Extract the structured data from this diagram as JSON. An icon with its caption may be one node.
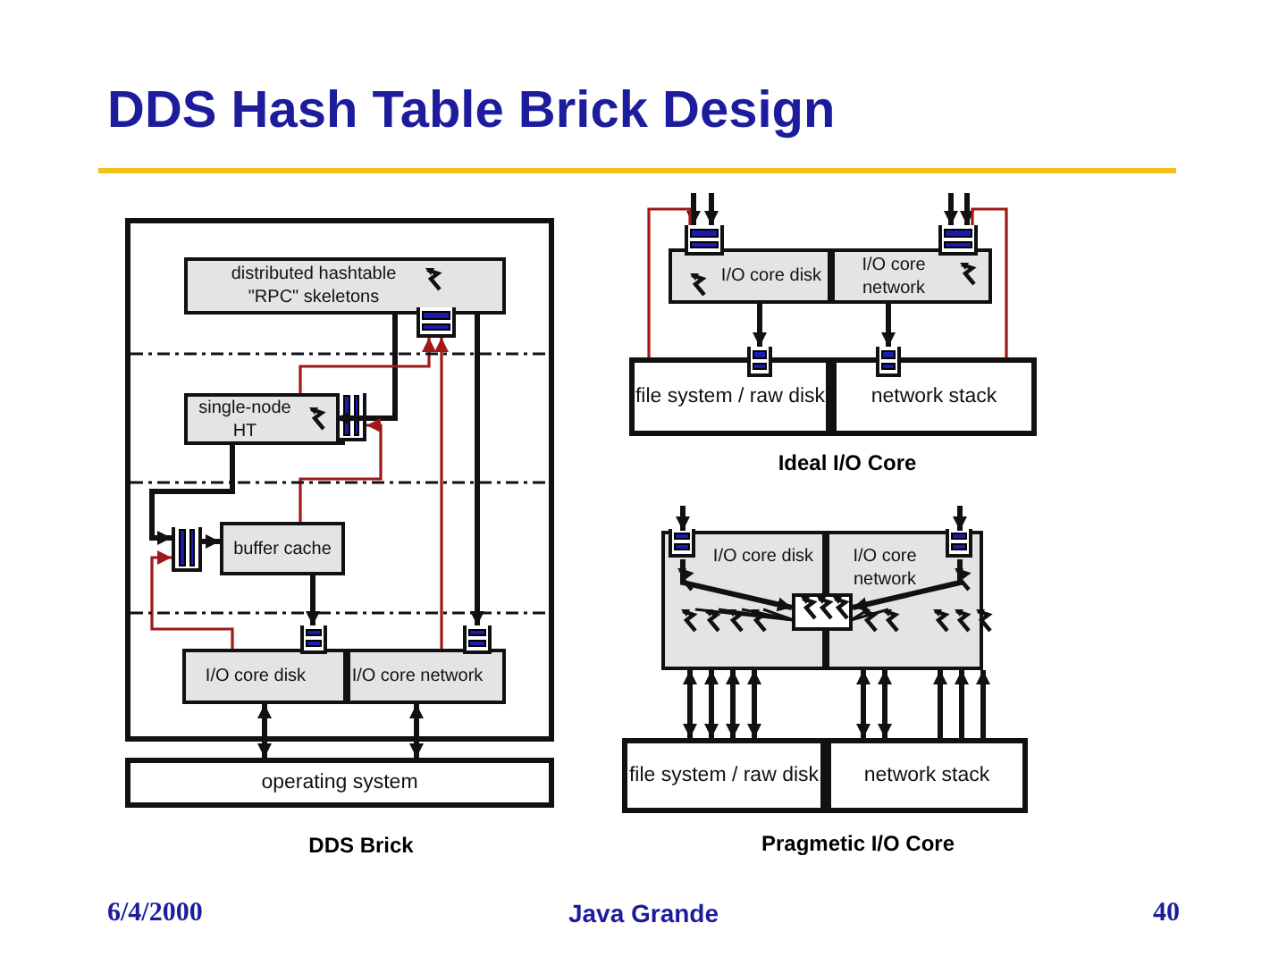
{
  "diagram": {
    "title": "DDS Hash Table Brick Design",
    "nodes": [
      {
        "text": [],
        "shape": "box"
      },
      {
        "text": [
          "distributed hashtable \"RPC\" skeletons"
        ],
        "in": 0
      },
      {
        "text": [],
        "shape": "box",
        "in": 0
      },
      {
        "text": [
          "single-node HT"
        ],
        "in": 0
      },
      {
        "text": [],
        "shape": "box",
        "in": 0
      },
      {
        "text": [
          "buffer cache"
        ],
        "in": 0
      },
      {
        "text": [],
        "shape": "box",
        "in": 0
      },
      {
        "text": [
          "I/O core disk"
        ],
        "in": 0
      },
      {
        "text": [],
        "shape": "box",
        "in": 0
      },
      {
        "text": [
          "I/O core network"
        ],
        "in": 0
      },
      {
        "text": [],
        "shape": "box",
        "in": 0
      },
      {
        "text": [
          "operating system"
        ]
      },
      {
        "text": [
          "I/O core disk"
        ]
      },
      {
        "text": [],
        "shape": "box"
      },
      {
        "text": [
          "I/O core network"
        ]
      },
      {
        "text": [],
        "shape": "box"
      },
      {
        "text": [
          "file system / raw disk"
        ]
      },
      {
        "text": [],
        "shape": "box"
      },
      {
        "text": [
          "network stack"
        ]
      },
      {
        "text": [],
        "shape": "box"
      },
      {
        "text": [
          "I/O core disk"
        ]
      },
      {
        "text": [],
        "shape": "box",
        "in": 20
      },
      {
        "text": [
          "I/O core network"
        ]
      },
      {
        "text": [],
        "shape": "box",
        "in": 22
      },
      {
        "text": [],
        "shape": "box"
      },
      {
        "text": [
          "file system / raw disk"
        ]
      },
      {
        "text": [
          "network stack"
        ]
      }
    ],
    "edges": [
      {
        "from": 1,
        "to": 4,
        "arrow": "to"
      },
      {
        "from": 3,
        "to": 2,
        "arrow": "to",
        "color": "#a01818"
      },
      {
        "from": 9,
        "to": 2,
        "arrow": "to",
        "color": "#a01818"
      },
      {
        "from": 5,
        "to": 4,
        "arrow": "to",
        "color": "#a01818"
      },
      {
        "from": 3,
        "to": 6,
        "arrow": "to"
      },
      {
        "from": 7,
        "to": 6,
        "arrow": "to",
        "color": "#a01818"
      },
      {
        "from": 5,
        "to": 8,
        "arrow": "to"
      },
      {
        "from": 1,
        "to": 10,
        "arrow": "to"
      },
      {
        "from": 7,
        "to": 11,
        "arrow": "both"
      },
      {
        "from": 9,
        "to": 11,
        "arrow": "both"
      },
      {
        "from": null,
        "to": 13,
        "arrow": "to"
      },
      {
        "from": null,
        "to": 13,
        "arrow": "to"
      },
      {
        "from": null,
        "to": 15,
        "arrow": "to"
      },
      {
        "from": null,
        "to": 15,
        "arrow": "to"
      },
      {
        "from": 12,
        "to": 17,
        "arrow": "to"
      },
      {
        "from": 14,
        "to": 19,
        "arrow": "to"
      },
      {
        "from": 16,
        "to": 13,
        "arrow": "none",
        "color": "#a01818"
      },
      {
        "from": 18,
        "to": 15,
        "arrow": "none",
        "color": "#a01818"
      },
      {
        "from": null,
        "to": 21,
        "arrow": "to"
      },
      {
        "from": null,
        "to": 23,
        "arrow": "to"
      },
      {
        "from": 21,
        "to": 24,
        "arrow": "to"
      },
      {
        "from": 23,
        "to": 24,
        "arrow": "to"
      },
      {
        "from": 20,
        "to": 25,
        "arrow": "both"
      },
      {
        "from": 20,
        "to": 25,
        "arrow": "both"
      },
      {
        "from": 20,
        "to": 25,
        "arrow": "both"
      },
      {
        "from": 20,
        "to": 25,
        "arrow": "both"
      },
      {
        "from": 22,
        "to": 26,
        "arrow": "both"
      },
      {
        "from": 22,
        "to": 26,
        "arrow": "both"
      },
      {
        "from": 26,
        "to": 22,
        "arrow": "to"
      },
      {
        "from": 26,
        "to": 22,
        "arrow": "to"
      },
      {
        "from": 26,
        "to": 22,
        "arrow": "to"
      },
      {
        "from": 6,
        "to": 5,
        "arrow": "to"
      }
    ],
    "labels": [
      "DDS Brick",
      "Ideal I/O Core",
      "Pragmetic I/O Core",
      "6/4/2000",
      "Java Grande",
      "40"
    ]
  }
}
